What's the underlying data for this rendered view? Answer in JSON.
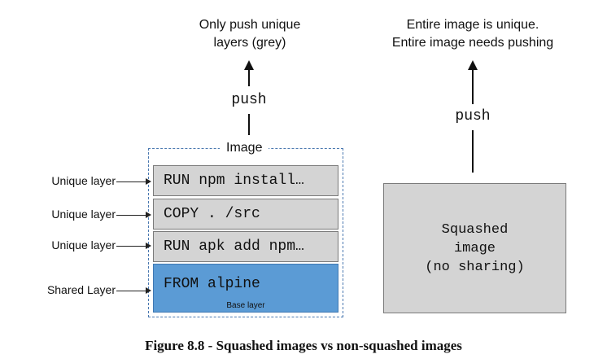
{
  "left": {
    "top_caption_line1": "Only push unique",
    "top_caption_line2": "layers (grey)",
    "push_label": "push",
    "frame_title": "Image",
    "layers": [
      {
        "text": "RUN npm install…",
        "side_label": "Unique layer"
      },
      {
        "text": "COPY . /src",
        "side_label": "Unique layer"
      },
      {
        "text": "RUN apk add npm…",
        "side_label": "Unique layer"
      },
      {
        "text": "FROM alpine",
        "side_label": "Shared Layer",
        "sub_label": "Base layer"
      }
    ],
    "colors": {
      "unique": "#d4d4d4",
      "base": "#5b9bd5",
      "frame_border": "#4a78b0"
    }
  },
  "right": {
    "top_caption_line1": "Entire image is unique.",
    "top_caption_line2": "Entire image needs pushing",
    "push_label": "push",
    "box_line1": "Squashed",
    "box_line2": "image",
    "box_line3": "(no sharing)"
  },
  "figure_caption": "Figure 8.8 - Squashed images vs non-squashed images"
}
